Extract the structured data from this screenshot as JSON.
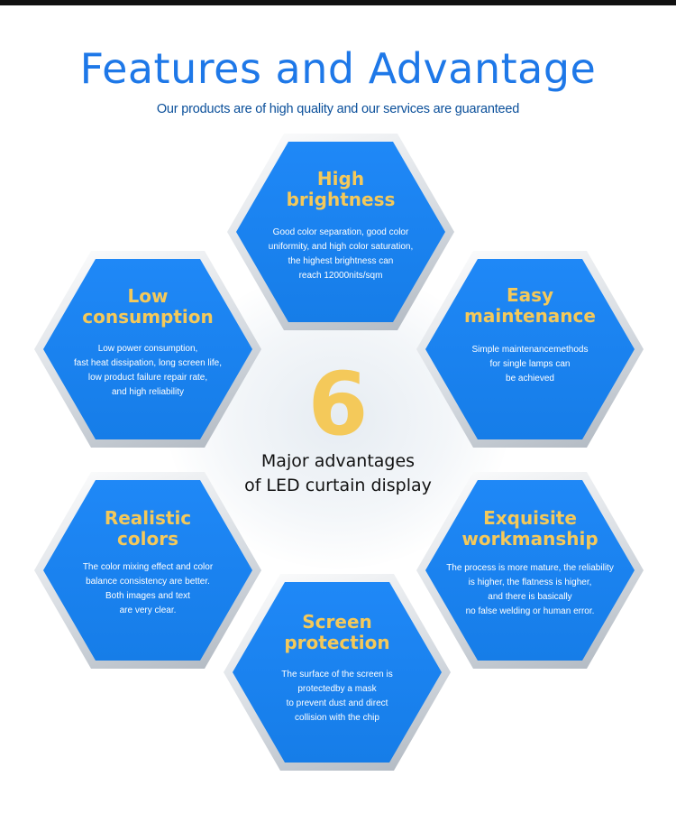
{
  "header": {
    "title": "Features and Advantage",
    "subtitle": "Our products are of high quality and our services are guaranteed"
  },
  "center": {
    "number": "6",
    "line1": "Major advantages",
    "line2": "of LED curtain display"
  },
  "features": {
    "high_brightness": {
      "title1": "High",
      "title2": "brightness",
      "desc": [
        "Good color separation, good color",
        "uniformity, and high color saturation,",
        "the highest brightness can",
        "reach 12000nits/sqm"
      ]
    },
    "low_consumption": {
      "title1": "Low",
      "title2": "consumption",
      "desc": [
        "Low power consumption,",
        "fast heat dissipation, long screen life,",
        "low product failure repair rate,",
        "and high reliability"
      ]
    },
    "easy_maintenance": {
      "title1": "Easy",
      "title2": "maintenance",
      "desc": [
        "Simple maintenancemethods",
        "for single lamps can",
        "be achieved"
      ]
    },
    "realistic_colors": {
      "title1": "Realistic",
      "title2": "colors",
      "desc": [
        "The color mixing effect and color",
        "balance consistency are better.",
        "Both images and text",
        "are very clear."
      ]
    },
    "exquisite_workmanship": {
      "title1": "Exquisite",
      "title2": "workmanship",
      "desc": [
        "The process is more mature, the reliability",
        "is higher, the flatness is higher,",
        "and there is basically",
        "no false welding or human error."
      ]
    },
    "screen_protection": {
      "title1": "Screen",
      "title2": "protection",
      "desc": [
        "The surface of the screen is",
        "protectedby a mask",
        "to prevent dust and direct",
        "collision with the chip"
      ]
    }
  },
  "colors": {
    "title_blue": "#1e78e8",
    "hex_blue": "#1f88f7",
    "accent_gold": "#f4c95a"
  }
}
